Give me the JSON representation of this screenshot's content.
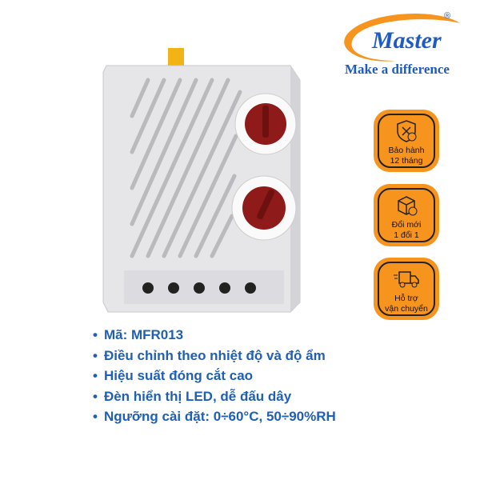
{
  "brand": {
    "name": "Master",
    "registered": "®",
    "tagline": "Make a difference",
    "colors": {
      "orange": "#f7941d",
      "blue": "#1e5bc6"
    }
  },
  "badges": [
    {
      "icon": "shield-tools-icon",
      "line1": "Bảo hành",
      "line2": "12 tháng"
    },
    {
      "icon": "box-check-icon",
      "line1": "Đổi mới",
      "line2": "1 đổi 1"
    },
    {
      "icon": "delivery-truck-icon",
      "line1": "Hỗ trợ",
      "line2": "vận chuyển"
    }
  ],
  "features": [
    "Mã: MFR013",
    "Điều chỉnh theo nhiệt độ và độ ẩm",
    "Hiệu suất đóng cắt cao",
    "Đèn hiển thị LED, dễ đấu dây",
    "Ngưỡng cài đặt: 0÷60°C, 50÷90%RH"
  ]
}
